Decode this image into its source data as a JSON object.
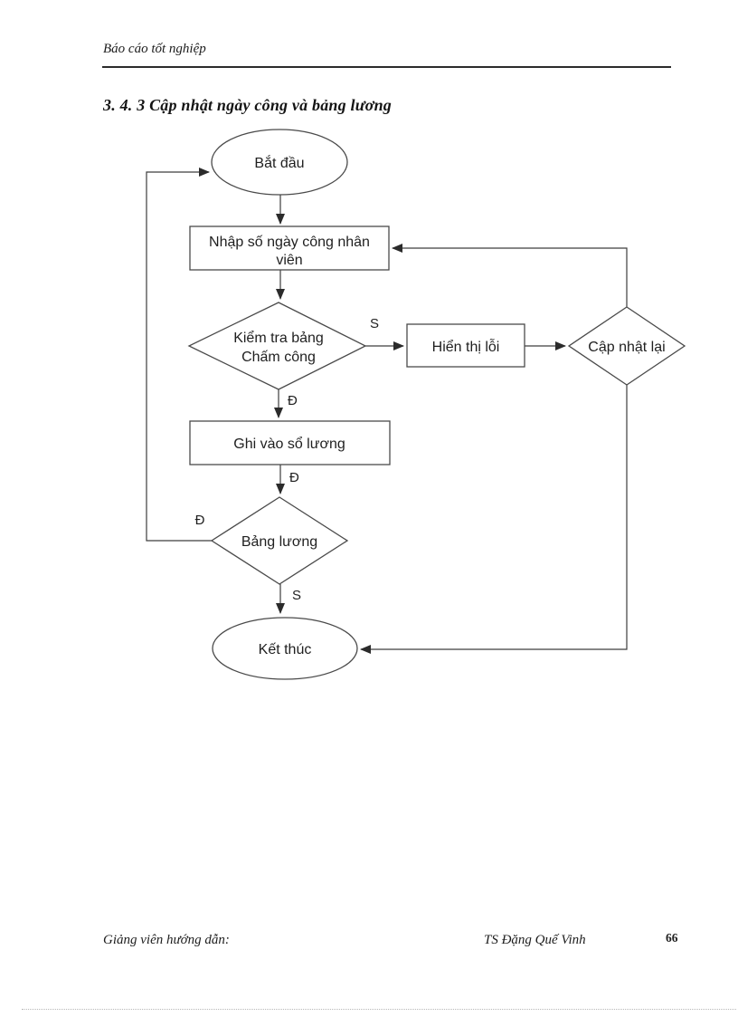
{
  "header": {
    "title": "Báo cáo tốt nghiệp"
  },
  "section": {
    "title": "3. 4. 3 Cập nhật ngày công và bảng lương"
  },
  "flowchart": {
    "nodes": {
      "start": {
        "type": "ellipse",
        "label": "Bắt đầu"
      },
      "input_days": {
        "type": "rect",
        "line1": "Nhập số ngày công nhân",
        "line2": "viên"
      },
      "check_timesheet": {
        "type": "diamond",
        "line1": "Kiểm tra bảng",
        "line2": "Chấm công"
      },
      "show_error": {
        "type": "rect",
        "label": "Hiển thị lỗi"
      },
      "update_again": {
        "type": "diamond",
        "label": "Cập nhật lại"
      },
      "write_salary_book": {
        "type": "rect",
        "label": "Ghi vào sổ lương"
      },
      "salary_table": {
        "type": "diamond",
        "label": "Bảng lương"
      },
      "end": {
        "type": "ellipse",
        "label": "Kết thúc"
      }
    },
    "edge_labels": {
      "check_s": "S",
      "check_d": "Đ",
      "write_d": "Đ",
      "salary_d": "Đ",
      "salary_s": "S"
    }
  },
  "footer": {
    "left": "Giảng viên hướng dẫn:",
    "right": "TS Đặng Quế Vinh",
    "page_number": "66"
  },
  "colors": {
    "line": "#3d3d3d",
    "shape_stroke": "#4a4a4a",
    "text": "#1f1f1f"
  }
}
